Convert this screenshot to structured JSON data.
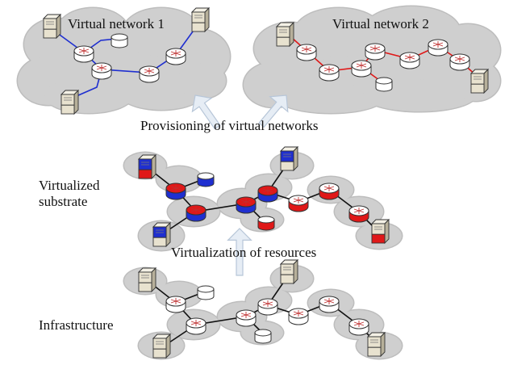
{
  "labels": {
    "virtual_network_1": "Virtual network 1",
    "virtual_network_2": "Virtual network 2",
    "provisioning": "Provisioning of virtual networks",
    "virtualized_substrate_line1": "Virtualized",
    "virtualized_substrate_line2": "substrate",
    "virtualization": "Virtualization of resources",
    "infrastructure": "Infrastructure"
  },
  "colors": {
    "cloud_fill": "#cfcfcf",
    "cloud_stroke": "#bdbdbd",
    "vn1_link": "#1f2fd0",
    "vn2_link": "#e01818",
    "substrate_link": "#111111",
    "arrow_fill": "#e6edf5",
    "arrow_stroke": "#b7c6d8",
    "node_fill": "#ffffff",
    "node_stroke": "#333333",
    "blue_share": "#1f2fd0",
    "red_share": "#e01818"
  },
  "icons": {
    "router": "router-icon",
    "server": "server-icon",
    "storage": "storage-disk-icon",
    "cloud": "cloud-icon",
    "arrow": "up-arrow-icon"
  }
}
